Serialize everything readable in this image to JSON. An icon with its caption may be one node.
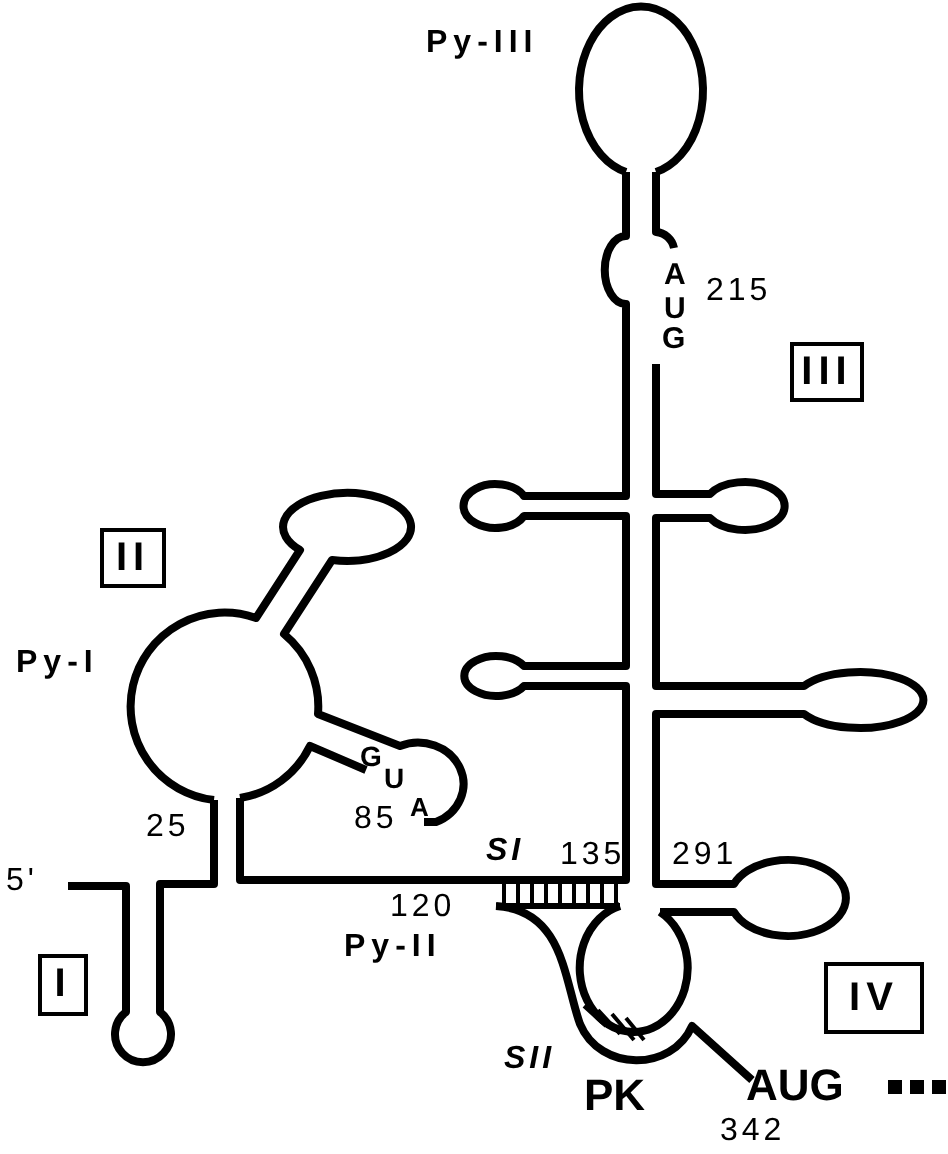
{
  "diagram": {
    "nodes": [
      {
        "text": [
          "III"
        ]
      },
      {
        "text": [
          "II"
        ]
      },
      {
        "text": [
          "I"
        ]
      },
      {
        "text": [
          "IV"
        ]
      }
    ],
    "labels": [
      "Py-III",
      "A",
      "215",
      "U",
      "G",
      "Py-I",
      "G",
      "U",
      "25",
      "85",
      "A",
      "SI",
      "135",
      "291",
      "5'",
      "120",
      "Py-II",
      "SII",
      "PK",
      "AUG",
      "342"
    ]
  }
}
